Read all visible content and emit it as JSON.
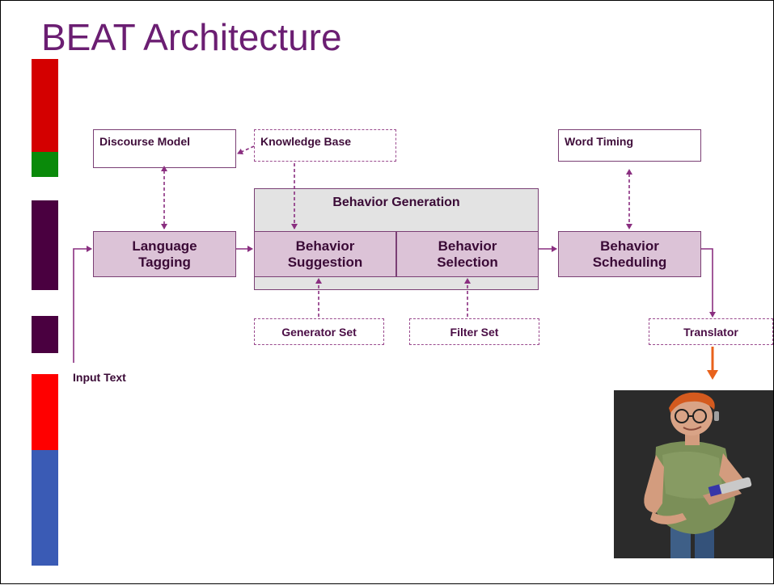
{
  "title": "BEAT Architecture",
  "boxes": {
    "discourse_model": "Discourse Model",
    "knowledge_base": "Knowledge Base",
    "word_timing": "Word Timing",
    "behavior_generation": "Behavior Generation",
    "language_tagging": [
      "Language",
      "Tagging"
    ],
    "behavior_suggestion": [
      "Behavior",
      "Suggestion"
    ],
    "behavior_selection": [
      "Behavior",
      "Selection"
    ],
    "behavior_scheduling": [
      "Behavior",
      "Scheduling"
    ],
    "generator_set": "Generator Set",
    "filter_set": "Filter Set",
    "translator": "Translator"
  },
  "input_text_label": "Input Text",
  "colors": {
    "title": "#6b1e72",
    "process_fill": "#dcc3d7",
    "group_fill": "#e3e3e3",
    "connector": "#8a2f80",
    "output_arrow": "#e8621c",
    "side_bars": [
      "#d40000",
      "#0a8a0a",
      "#4a0040",
      "#4a0040",
      "#ff0000",
      "#3a5bb5"
    ]
  },
  "avatar_image": "animated-character-figure"
}
